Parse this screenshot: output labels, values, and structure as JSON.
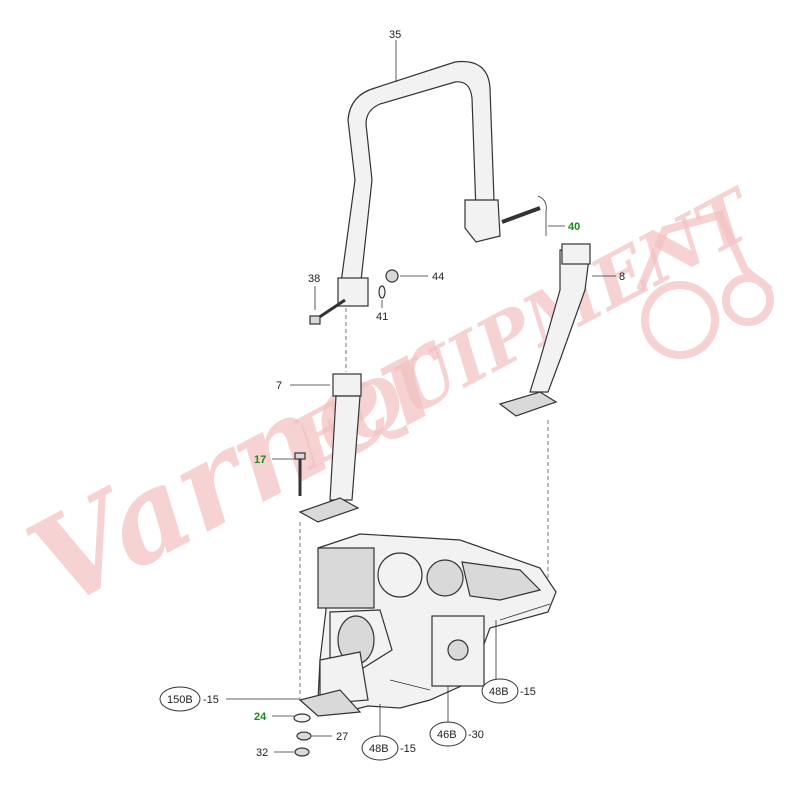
{
  "watermark": {
    "brand": "Varner",
    "word": "EQUIPMENT",
    "color": "#f3c3c3"
  },
  "callouts": {
    "p35": "35",
    "p40": "40",
    "p8": "8",
    "p38": "38",
    "p44": "44",
    "p41": "41",
    "p7": "7",
    "p17": "17",
    "p24": "24",
    "p27": "27",
    "p32": "32"
  },
  "refs": {
    "r150b": {
      "circle": "150B",
      "suffix": "-15"
    },
    "r48b_right": {
      "circle": "48B",
      "suffix": "-15"
    },
    "r46b": {
      "circle": "46B",
      "suffix": "-30"
    },
    "r48b_bottom": {
      "circle": "48B",
      "suffix": "-15"
    }
  },
  "colors": {
    "callout_green": "#1a8a1a",
    "ink": "#222222"
  }
}
